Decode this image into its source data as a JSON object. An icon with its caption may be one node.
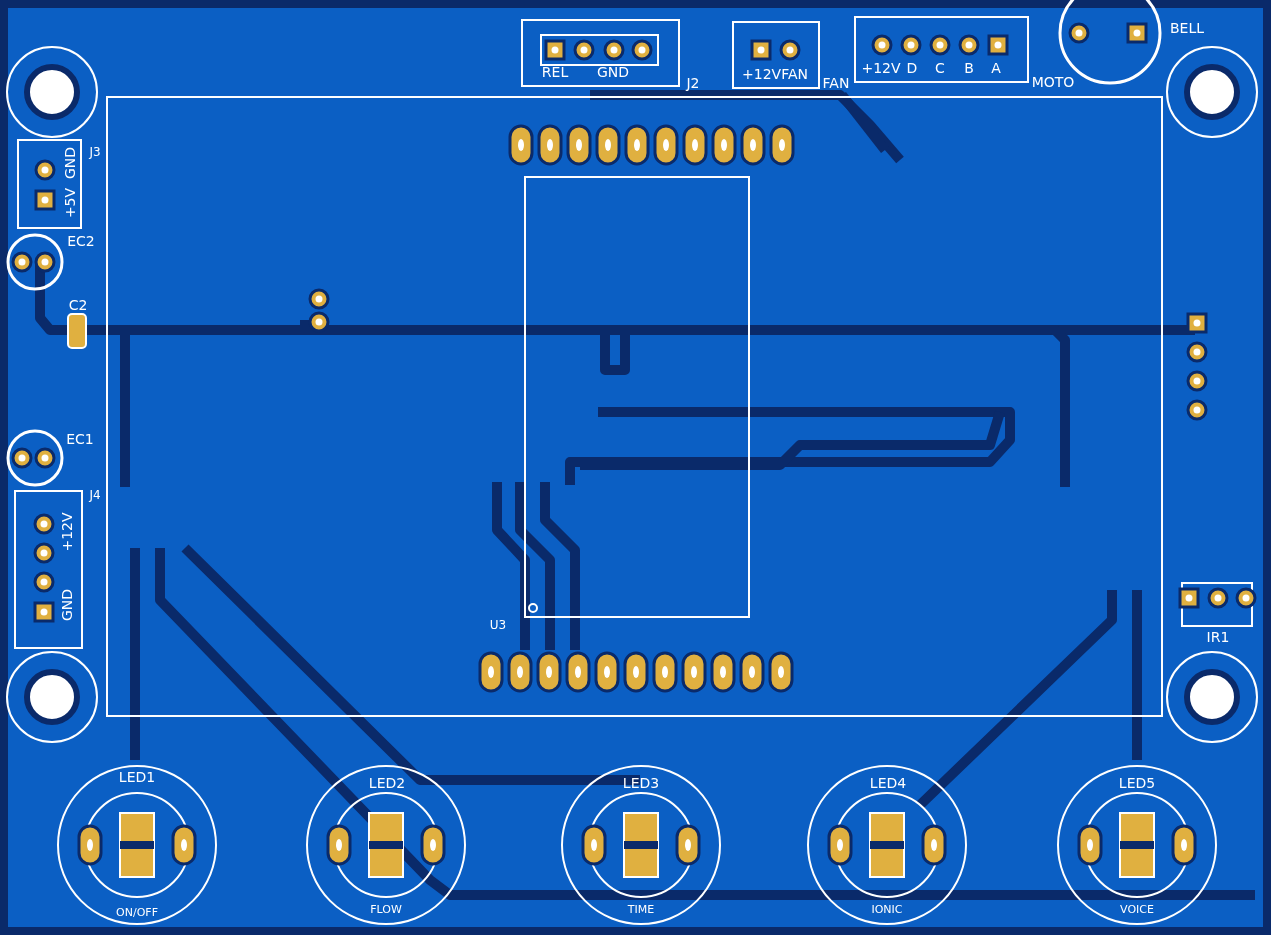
{
  "diagram": {
    "labels": [
      "REL",
      "GND",
      "J2",
      "+12VFAN",
      "FAN",
      "+12V",
      "D",
      "C",
      "B",
      "A",
      "MOTO",
      "BELL",
      "J3",
      "+5V",
      "GND",
      "EC2",
      "C2",
      "EC1",
      "J4",
      "+12V",
      "GND",
      "U3",
      "IR1",
      "LED1",
      "LED2",
      "LED3",
      "LED4",
      "LED5",
      "ON/OFF",
      "FLOW",
      "TIME",
      "IONIC",
      "VOICE"
    ]
  }
}
